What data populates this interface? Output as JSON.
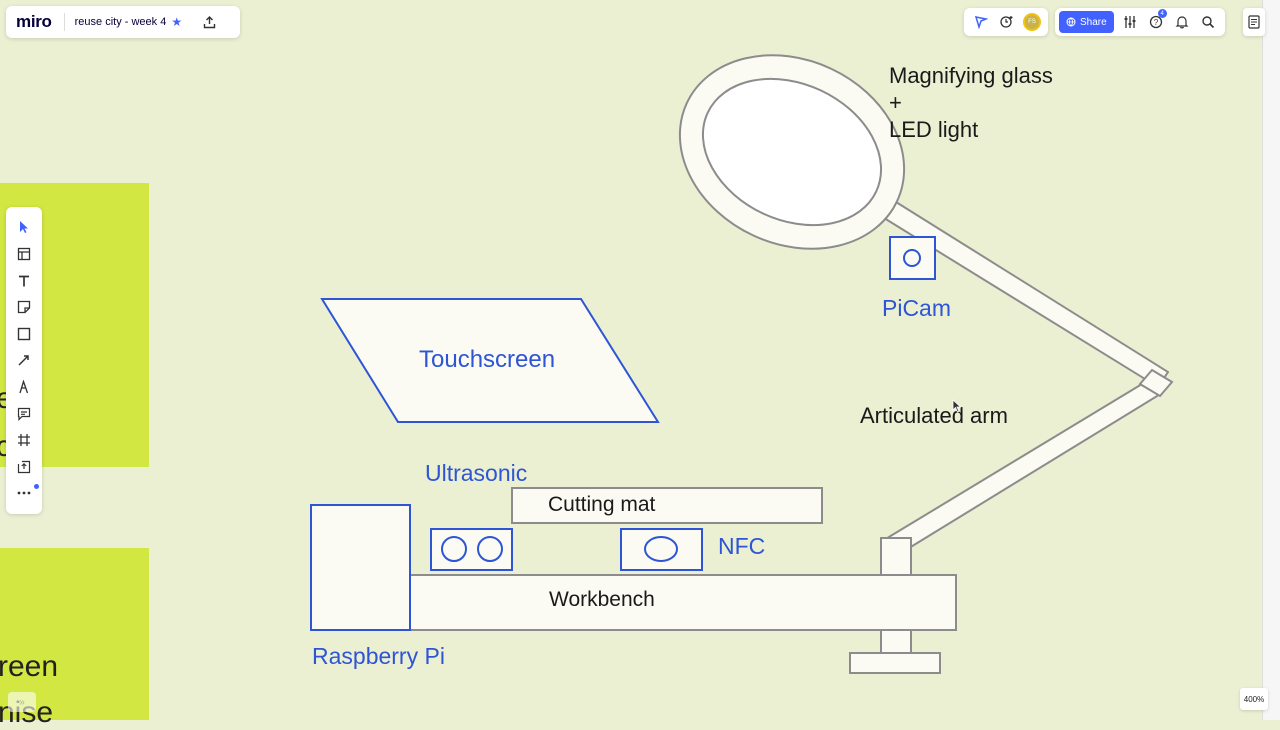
{
  "app": {
    "logo": "miro",
    "board_title": "reuse city - week 4"
  },
  "header": {
    "share_label": "Share",
    "avatar_initials": "FS",
    "help_badge": "4"
  },
  "toolbar": {
    "tools": [
      "select-icon",
      "templates-icon",
      "text-icon",
      "sticky-note-icon",
      "shape-icon",
      "connection-line-icon",
      "pen-icon",
      "comment-icon",
      "frame-icon",
      "upload-icon",
      "more-icon"
    ]
  },
  "canvas": {
    "fragments": [
      "e",
      "c.",
      "reen",
      "nise"
    ],
    "diagram": {
      "magnifier_label": [
        "Magnifying glass",
        "+",
        "LED light"
      ],
      "picam": "PiCam",
      "touchscreen": "Touchscreen",
      "articulated_arm": "Articulated arm",
      "ultrasonic": "Ultrasonic",
      "cutting_mat": "Cutting mat",
      "nfc": "NFC",
      "workbench": "Workbench",
      "raspberry_pi": "Raspberry Pi"
    }
  },
  "footer": {
    "zoom": "400%"
  },
  "colors": {
    "canvas_bg": "#ebf0d3",
    "accent": "#4262ff",
    "diagram_blue": "#2d55d6",
    "sticky_green": "#d2e742"
  }
}
